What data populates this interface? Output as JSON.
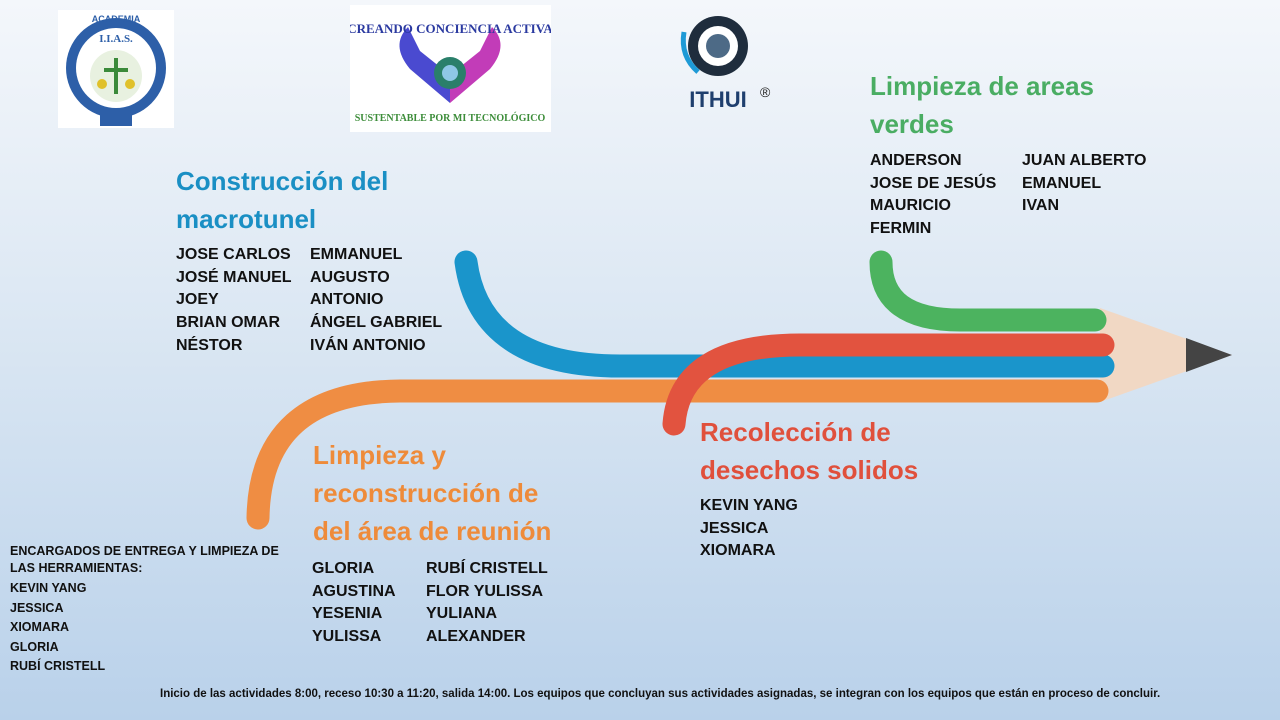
{
  "logos": [
    {
      "name": "academia-logo",
      "text": "ACADEMIA I.I.A.S."
    },
    {
      "name": "creando-conciencia-logo",
      "text_top": "CREANDO CONCIENCIA ACTIVA",
      "text_bottom": "SUSTENTABLE POR MI TECNOLÓGICO"
    },
    {
      "name": "ithui-logo",
      "text": "ITHUI"
    }
  ],
  "registered_mark": "®",
  "sections": {
    "macrotunel": {
      "title": "Construcción del macrotunel",
      "rows": [
        [
          "JOSE CARLOS",
          "EMMANUEL"
        ],
        [
          "JOSÉ MANUEL",
          "AUGUSTO"
        ],
        [
          "JOEY",
          "ANTONIO"
        ],
        [
          "BRIAN OMAR",
          "ÁNGEL GABRIEL"
        ],
        [
          "NÉSTOR",
          "IVÁN ANTONIO"
        ]
      ]
    },
    "areas_verdes": {
      "title": "Limpieza de areas verdes",
      "rows": [
        [
          "ANDERSON",
          "JUAN ALBERTO"
        ],
        [
          "JOSE DE JESÚS",
          "EMANUEL"
        ],
        [
          "MAURICIO",
          "IVAN"
        ],
        [
          "FERMIN",
          ""
        ]
      ]
    },
    "reunion": {
      "title": "Limpieza y reconstrucción de del área de reunión",
      "rows": [
        [
          "GLORIA",
          "RUBÍ CRISTELL"
        ],
        [
          "AGUSTINA",
          "FLOR YULISSA"
        ],
        [
          "YESENIA",
          "YULIANA"
        ],
        [
          "YULISSA",
          "ALEXANDER"
        ]
      ]
    },
    "desechos": {
      "title": "Recolección de desechos solidos",
      "rows": [
        [
          "KEVIN YANG"
        ],
        [
          "JESSICA"
        ],
        [
          "XIOMARA"
        ]
      ]
    }
  },
  "herramientas": {
    "heading": "ENCARGADOS DE ENTREGA Y LIMPIEZA DE LAS HERRAMIENTAS:",
    "names": [
      "KEVIN YANG",
      "JESSICA",
      "XIOMARA",
      "GLORIA",
      "RUBÍ CRISTELL"
    ]
  },
  "footer": "Inicio de las actividades 8:00,  receso 10:30  a 11:20,  salida 14:00.  Los equipos que concluyan sus actividades asignadas, se integran con los equipos que están en proceso de concluir.",
  "colors": {
    "blue": "#1a95cb",
    "green": "#4cb35f",
    "orange": "#ef8d43",
    "red": "#e2533f",
    "pencil_tip": "#f1d8c4",
    "lead": "#444444"
  }
}
